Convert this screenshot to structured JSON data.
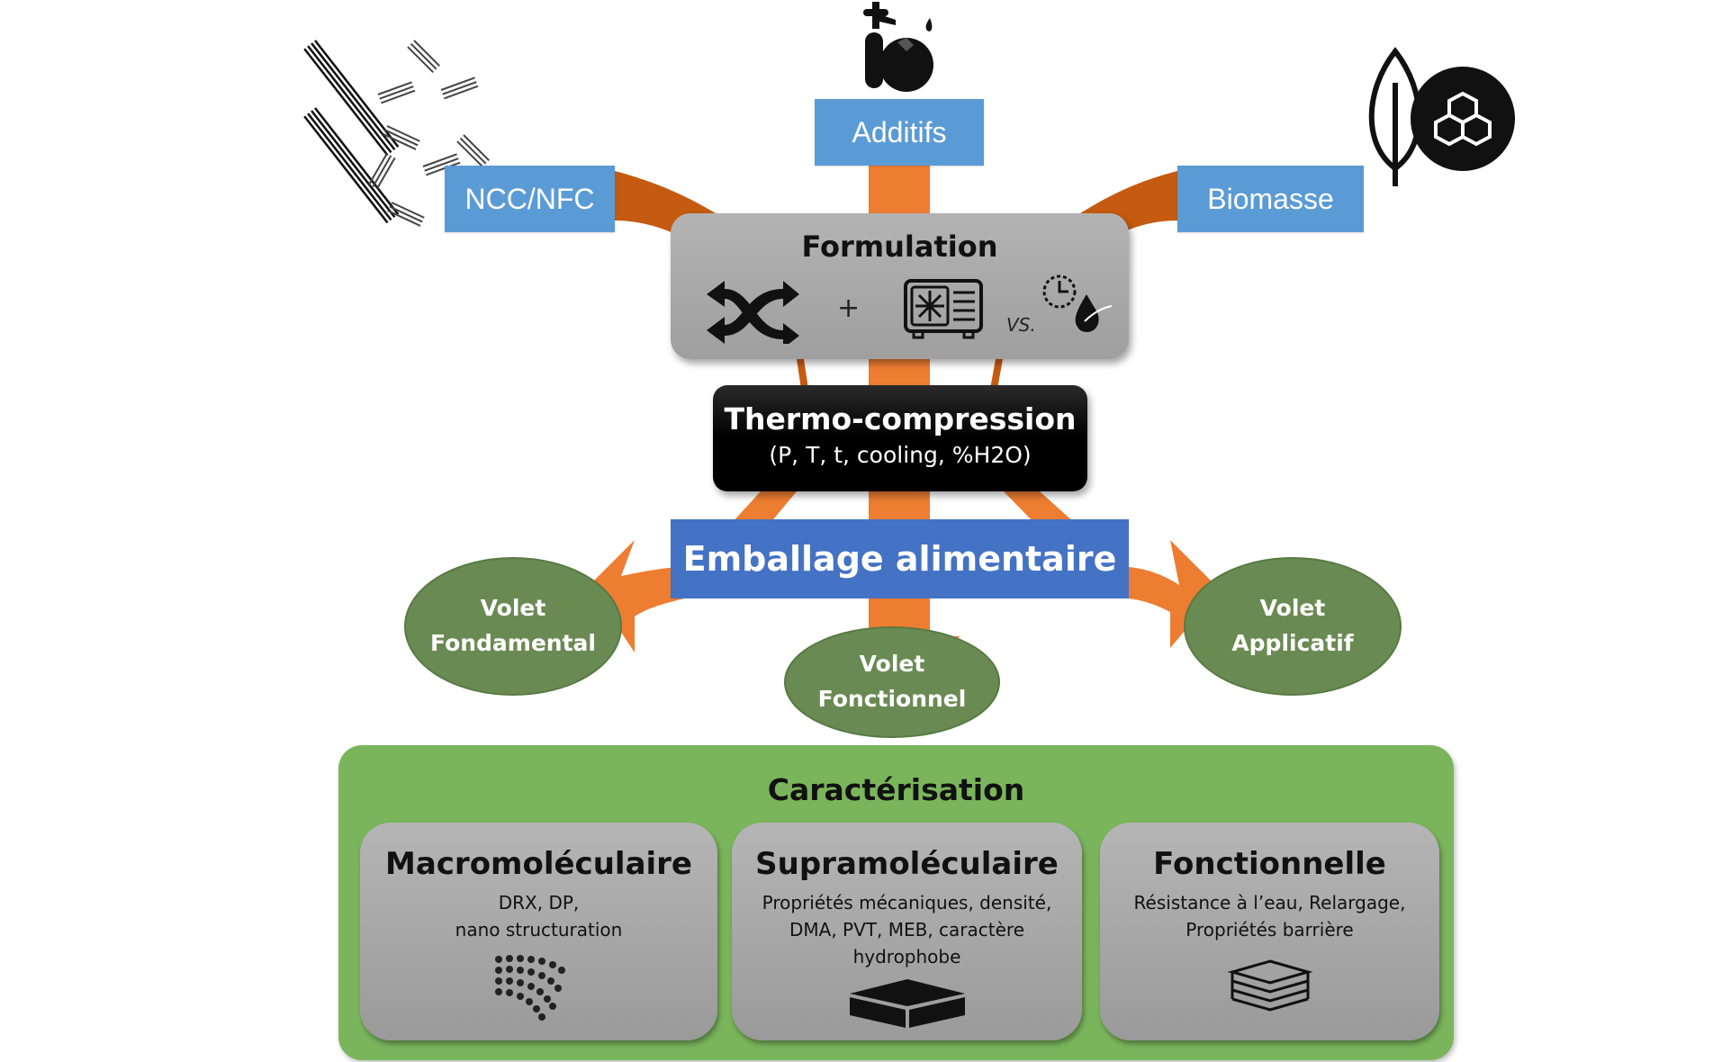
{
  "inputs": {
    "ncc_nfc": "NCC/NFC",
    "additifs": "Additifs",
    "biomasse": "Biomasse"
  },
  "formulation": {
    "title": "Formulation",
    "plus": "+",
    "vs": "VS.",
    "icons": [
      "shuffle-icon",
      "freezer-icon",
      "time-water-icon"
    ]
  },
  "thermo": {
    "title": "Thermo-compression",
    "params": "(P, T, t, cooling, %H2O)"
  },
  "emballage": {
    "title": "Emballage alimentaire"
  },
  "volets": [
    {
      "line1": "Volet",
      "line2": "Fondamental"
    },
    {
      "line1": "Volet",
      "line2": "Fonctionnel"
    },
    {
      "line1": "Volet",
      "line2": "Applicatif"
    }
  ],
  "caracterisation": {
    "title": "Caractérisation",
    "cards": [
      {
        "title": "Macromoléculaire",
        "lines": [
          "DRX, DP,",
          "nano structuration"
        ],
        "icon": "dot-grid-icon"
      },
      {
        "title": "Supramoléculaire",
        "lines": [
          "Propriétés mécaniques, densité,",
          "DMA, PVT, MEB, caractère",
          "hydrophobe"
        ],
        "icon": "cube-icon"
      },
      {
        "title": "Fonctionnelle",
        "lines": [
          "Résistance à l’eau, Relargage,",
          "Propriétés barrière"
        ],
        "icon": "layers-icon"
      }
    ]
  },
  "colors": {
    "input_blue": "#5b9bd5",
    "emballage_blue": "#4472c4",
    "arrow_orange": "#ed7d31",
    "arrow_dark_orange": "#c55a11",
    "volet_green": "#6a8a53",
    "caracterisation_green": "#7ab55c",
    "card_gray": "#a6a6a6"
  }
}
